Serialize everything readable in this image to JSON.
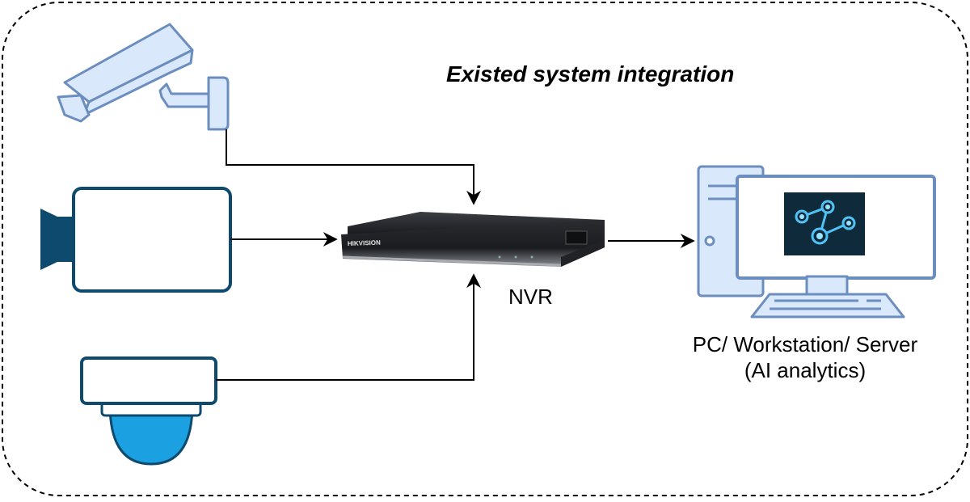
{
  "diagram": {
    "title": "Existed system integration",
    "nvr": {
      "label": "NVR",
      "brand": "HIKVISION"
    },
    "workstation": {
      "label_line1": "PC/ Workstation/ Server",
      "label_line2": "(AI analytics)"
    },
    "icons": {
      "bullet_camera": "bullet-camera-icon",
      "video_camera": "video-camera-icon",
      "dome_camera": "dome-camera-icon",
      "nvr_device": "nvr-device-icon",
      "computer": "computer-workstation-icon",
      "ai_network": "ai-network-icon"
    },
    "colors": {
      "icon_fill": "#dae8fc",
      "icon_stroke": "#6c8ebf",
      "camera_dark": "#0e4a6e",
      "dome_blue": "#1ba1e2",
      "monitor_inner": "#0f2a3a",
      "ai_glow": "#4fc3f7"
    }
  }
}
